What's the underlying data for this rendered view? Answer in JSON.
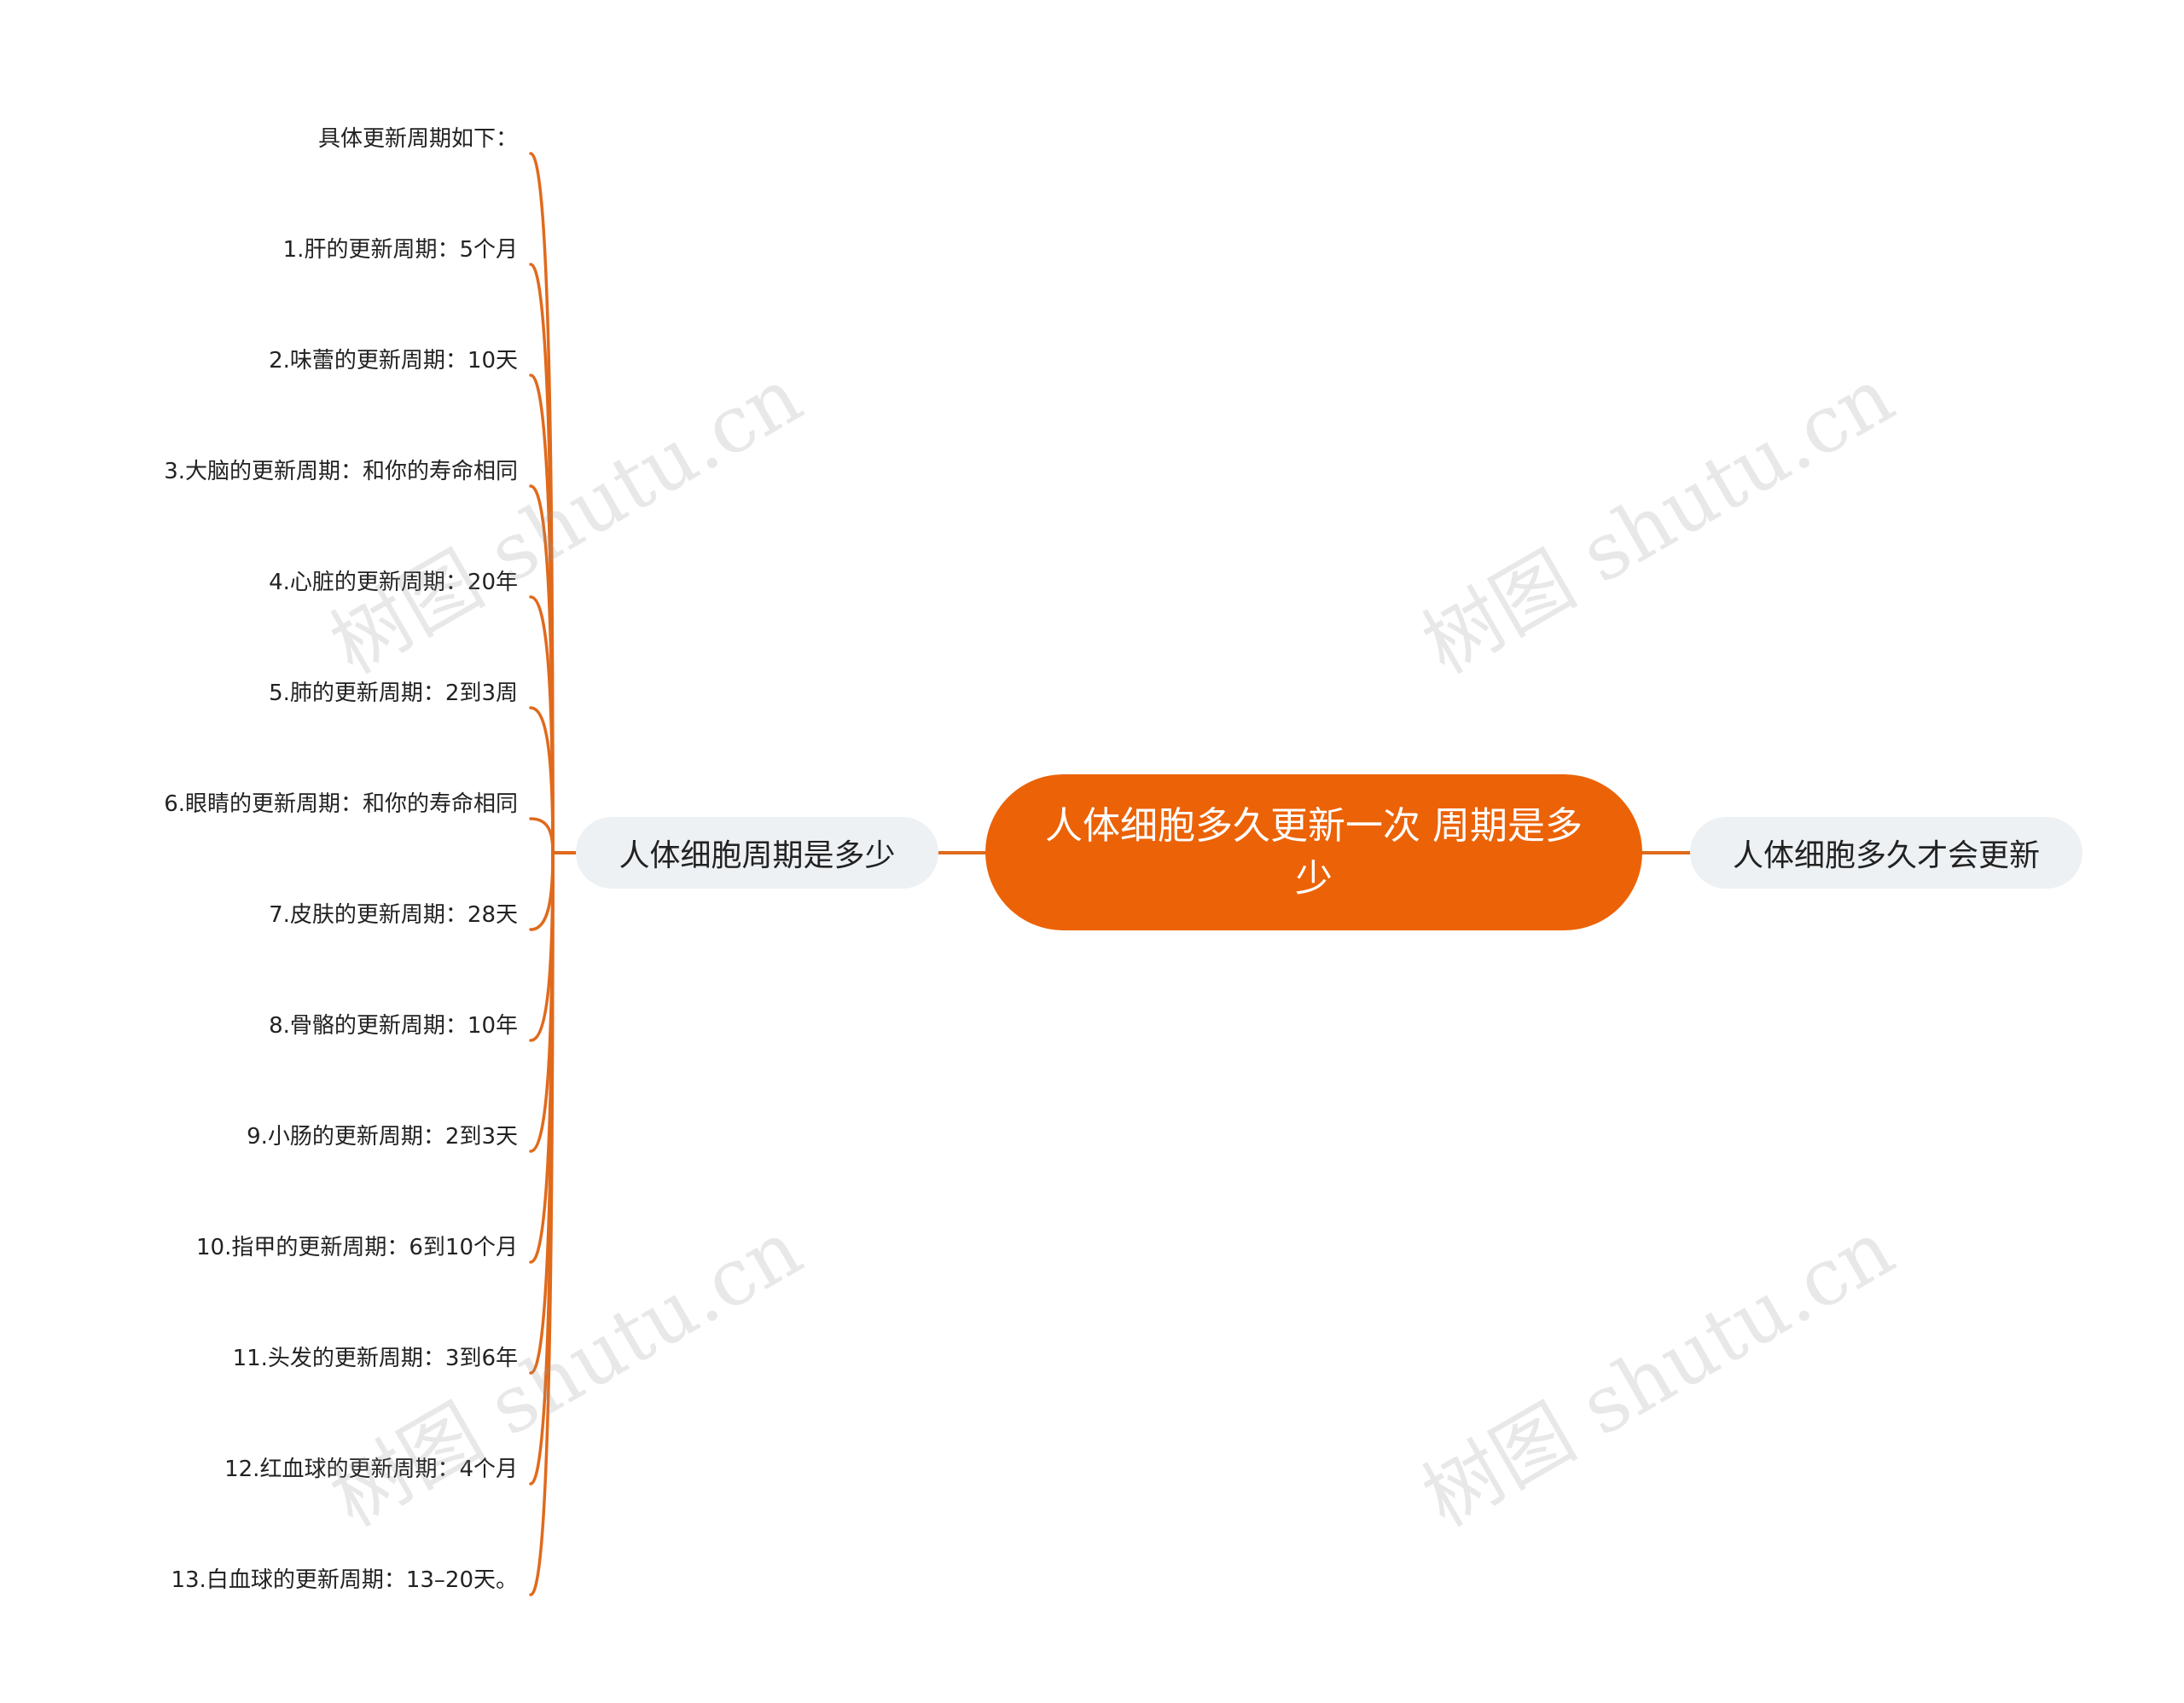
{
  "colors": {
    "accent": "#ec6206",
    "line": "#e06a1c",
    "branch_bg": "#eef1f4"
  },
  "root": {
    "title": "人体细胞多久更新一次 周期是多少"
  },
  "branch_left": {
    "label": "人体细胞周期是多少"
  },
  "branch_right": {
    "label": "人体细胞多久才会更新"
  },
  "leaves": [
    "具体更新周期如下：",
    "1.肝的更新周期：5个月",
    "2.味蕾的更新周期：10天",
    "3.大脑的更新周期：和你的寿命相同",
    "4.心脏的更新周期：20年",
    "5.肺的更新周期：2到3周",
    "6.眼睛的更新周期：和你的寿命相同",
    "7.皮肤的更新周期：28天",
    "8.骨骼的更新周期：10年",
    "9.小肠的更新周期：2到3天",
    "10.指甲的更新周期：6到10个月",
    "11.头发的更新周期：3到6年",
    "12.红血球的更新周期：4个月",
    "13.白血球的更新周期：13–20天。"
  ],
  "watermark": "树图 shutu.cn"
}
